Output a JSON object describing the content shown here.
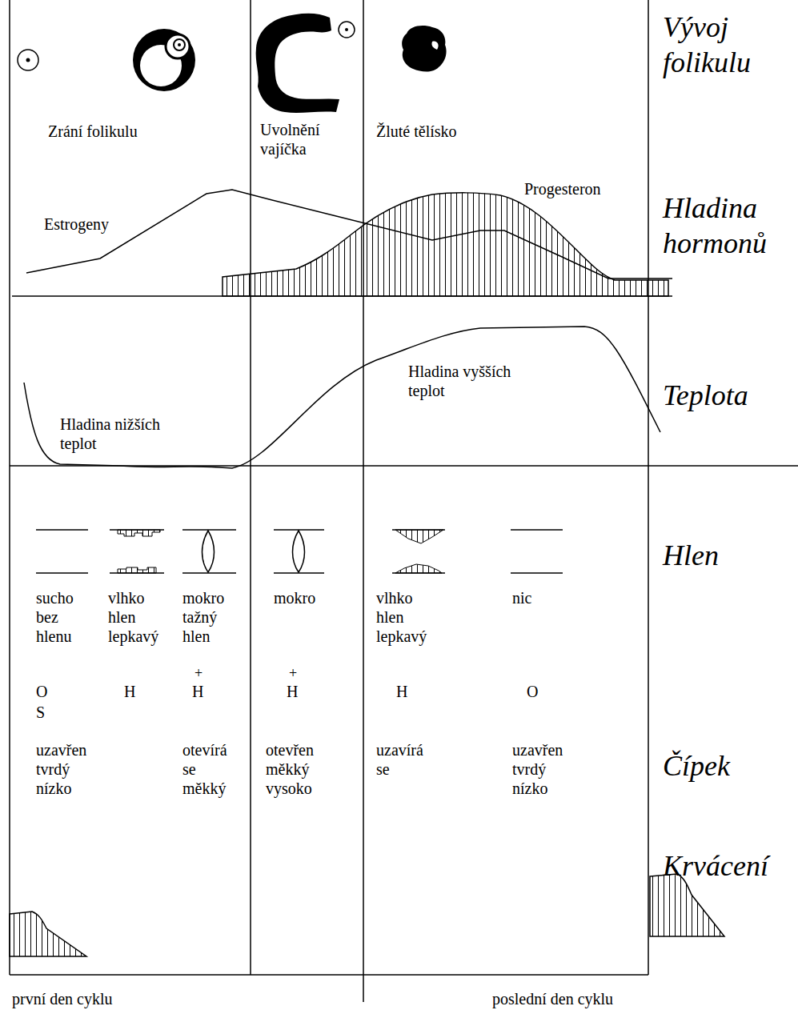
{
  "diagram": {
    "labels": [
      "Vývoj folikulu",
      "Zrání folikulu",
      "Uvolnění vajíčka",
      "Žluté tělísko",
      "Hladina hormonů",
      "Estrogeny",
      "Progesteron",
      "Teplota",
      "Hladina nižších teplot",
      "Hladina vyšších teplot",
      "Hlen",
      "sucho bez hlenu",
      "vlhko hlen lepkavý",
      "mokro tažný hlen",
      "mokro",
      "vlhko hlen lepkavý",
      "nic",
      "O",
      "S",
      "H",
      "+",
      "H",
      "+",
      "H",
      "H",
      "O",
      "Čípek",
      "uzavřen tvrdý nízko",
      "otevírá se měkký",
      "otevřen měkký vysoko",
      "uzavírá se",
      "uzavřen tvrdý nízko",
      "Krvácení",
      "první den cyklu",
      "poslední den cyklu"
    ]
  }
}
